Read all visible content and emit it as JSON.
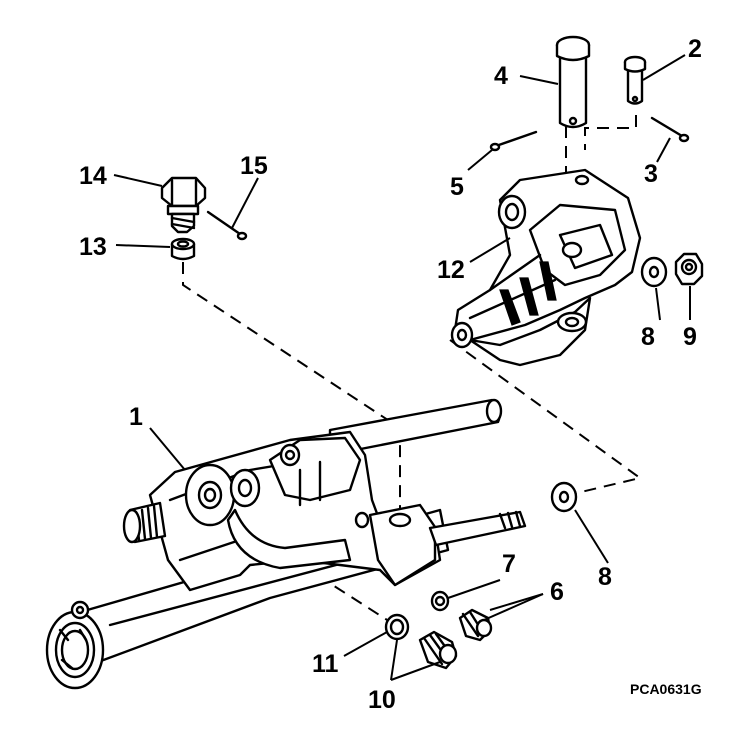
{
  "figure_code": "PCA0631G",
  "callouts": {
    "c1": "1",
    "c2": "2",
    "c3": "3",
    "c4": "4",
    "c5": "5",
    "c6": "6",
    "c7": "7",
    "c8a": "8",
    "c8b": "8",
    "c9": "9",
    "c10": "10",
    "c11": "11",
    "c12": "12",
    "c13": "13",
    "c14": "14",
    "c15": "15"
  }
}
